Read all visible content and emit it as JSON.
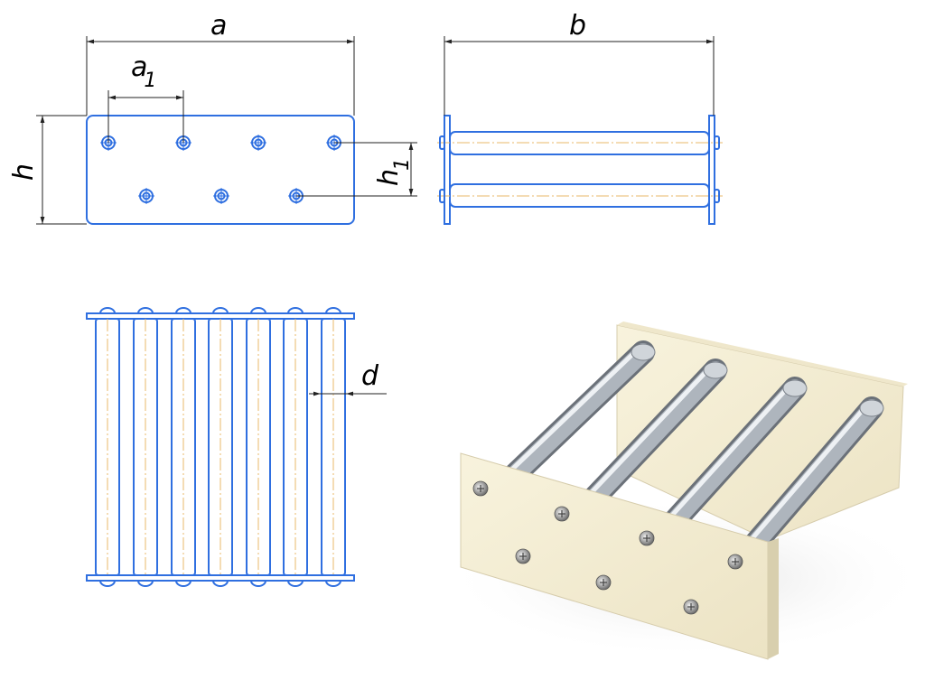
{
  "labels": {
    "a": "a",
    "a1_main": "a",
    "a1_sub": "1",
    "h": "h",
    "h1_main": "h",
    "h1_sub": "1",
    "b": "b",
    "d": "d"
  },
  "colors": {
    "outline": "#2f6fe0",
    "plate": "#f6f0d8",
    "rod": "#a9b0b8"
  },
  "icons": {
    "screw": "phillips-screw-icon"
  }
}
